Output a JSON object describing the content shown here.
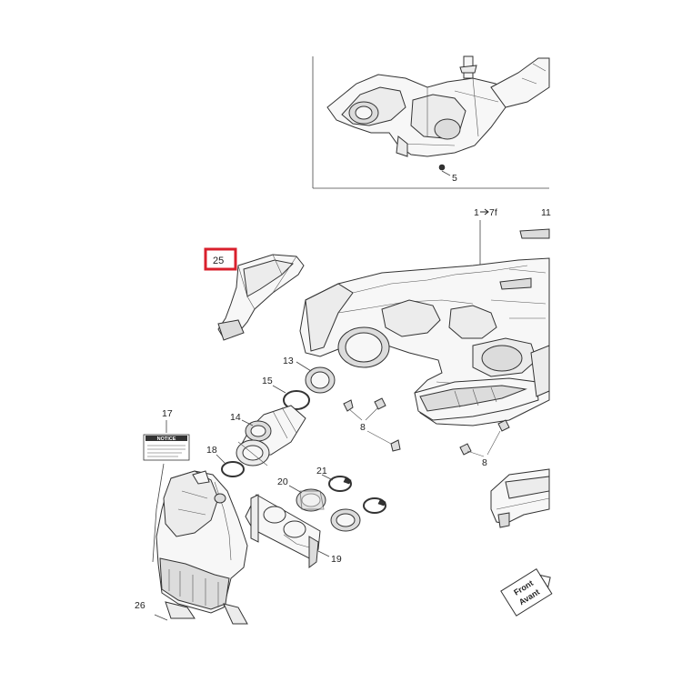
{
  "highlight_color": "#d9202c",
  "labels": {
    "l5": "5",
    "l1": "1",
    "l7f": "7f",
    "l11": "11",
    "l25": "25",
    "l13": "13",
    "l15": "15",
    "l14": "14",
    "l17": "17",
    "l18": "18",
    "l8a": "8",
    "l8b": "8",
    "l20": "20",
    "l21": "21",
    "l19": "19",
    "l26": "26"
  },
  "decal": {
    "title": "NOTICE"
  },
  "direction_stamp": {
    "line1": "Front",
    "line2": "Avant"
  }
}
